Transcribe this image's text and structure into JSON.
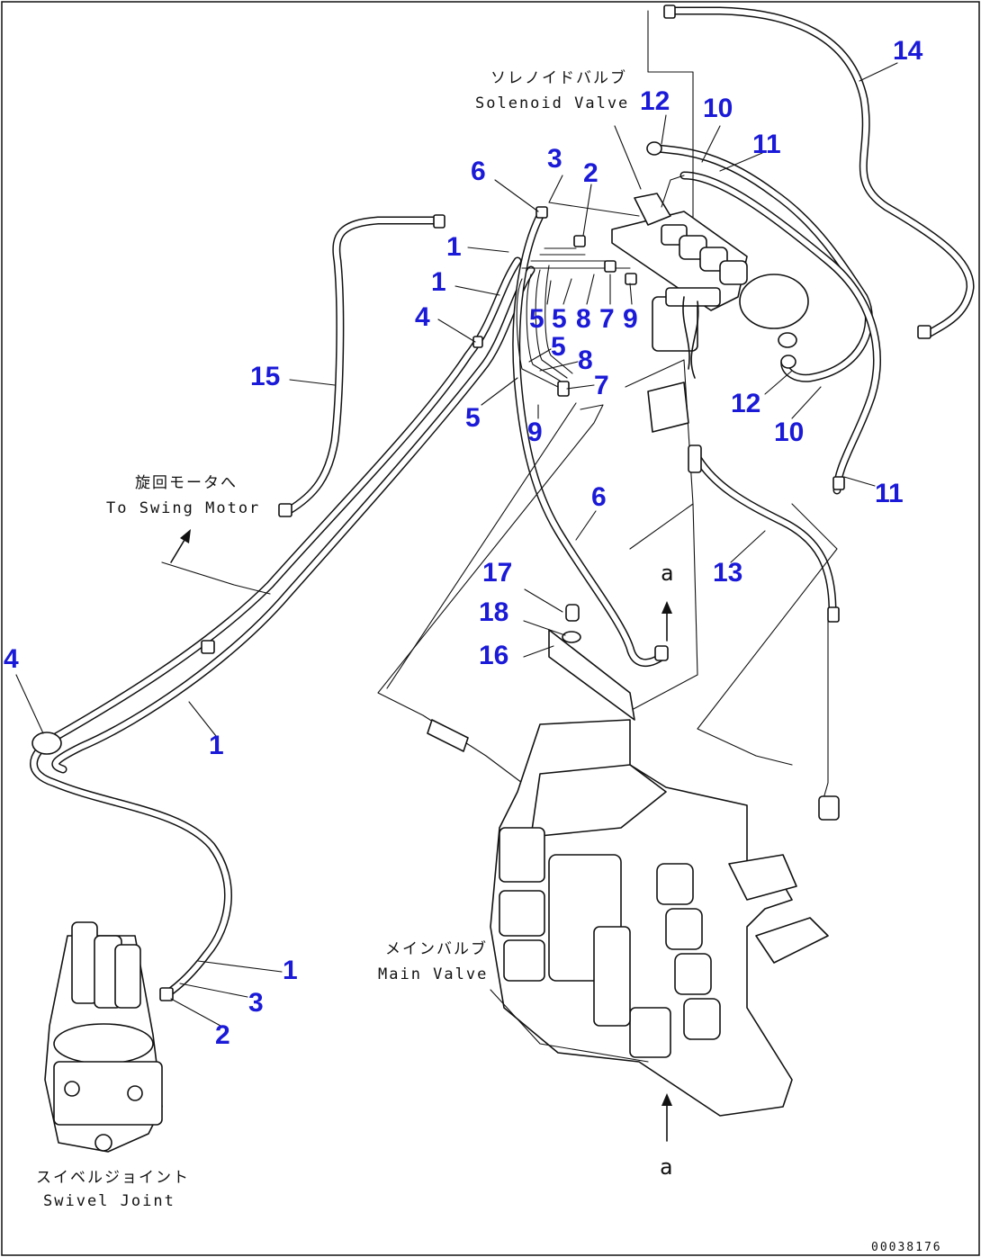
{
  "diagram": {
    "labels": {
      "solenoid_jp": "ソレノイドバルブ",
      "solenoid_en": "Solenoid Valve",
      "swing_jp": "旋回モータへ",
      "swing_en": "To Swing Motor",
      "main_jp": "メインバルブ",
      "main_en": "Main Valve",
      "swivel_jp": "スイベルジョイント",
      "swivel_en": "Swivel Joint",
      "view_mark_top": "a",
      "view_mark_bottom": "a"
    },
    "drawing_number": "00038176",
    "callouts": [
      "14",
      "12",
      "10",
      "11",
      "6",
      "3",
      "2",
      "1",
      "1",
      "4",
      "5",
      "5",
      "8",
      "7",
      "9",
      "5",
      "8",
      "7",
      "5",
      "9",
      "15",
      "12",
      "10",
      "11",
      "6",
      "13",
      "17",
      "18",
      "16",
      "4",
      "1",
      "1",
      "3",
      "2"
    ]
  }
}
